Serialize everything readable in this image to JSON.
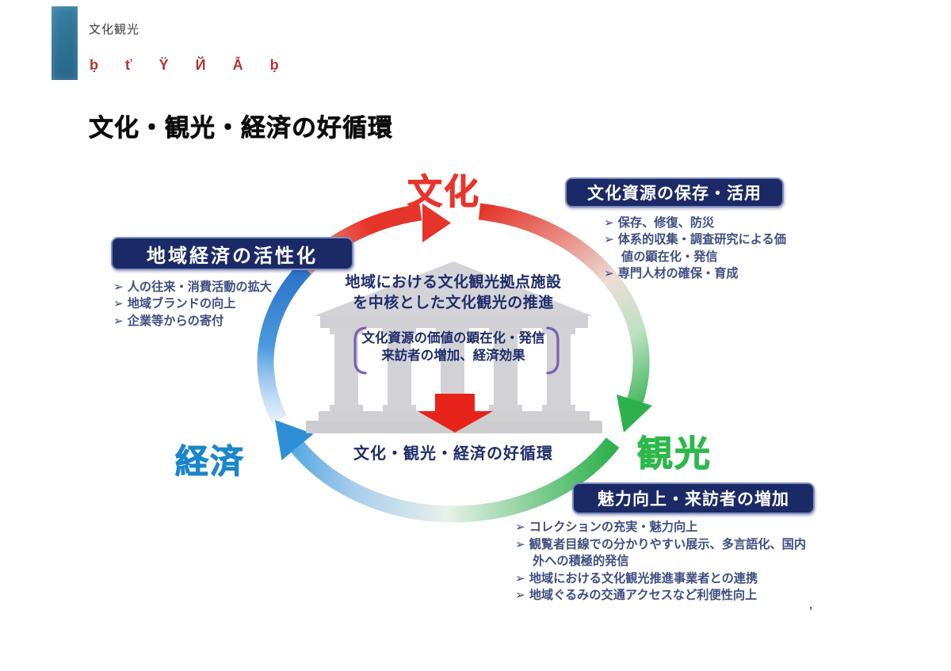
{
  "header": {
    "brand": "文化観光",
    "glyph_row": "ḅ ť Ÿ Й Ẫ  ḅ"
  },
  "page_title": "文化・観光・経済の好循環",
  "diagram": {
    "bullet_marker": "➢",
    "nodes": {
      "culture": "文化",
      "tourism": "観光",
      "economy": "経済"
    },
    "center": {
      "heading_line1": "地域における文化観光拠点施設",
      "heading_line2": "を中核とした文化観光の推進",
      "bracket_line1": "文化資源の価値の顕在化・発信",
      "bracket_line2": "来訪者の増加、経済効果",
      "caption": "文化・観光・経済の好循環"
    },
    "boxes": [
      {
        "title": "文化資源の保存・活用",
        "bullets": [
          "保存、修復、防災",
          "体系的収集・調査研究による価値の顕在化・発信",
          "専門人材の確保・育成"
        ]
      },
      {
        "title": "地域経済の活性化",
        "bullets": [
          "人の往来・消費活動の拡大",
          "地域ブランドの向上",
          "企業等からの寄付"
        ]
      },
      {
        "title": "魅力向上・来訪者の増加",
        "bullets": [
          "コレクションの充実・魅力向上",
          "観覧者目線での分かりやすい展示、多言語化、国内外への積極的発信",
          "地域における文化観光推進事業者との連携",
          "地域ぐるみの交通アクセスなど利便性向上"
        ]
      }
    ],
    "stray_mark": "‚"
  },
  "colors": {
    "culture_red": "#e8342b",
    "tourism_green": "#2db84a",
    "economy_blue": "#1b86cb",
    "navy_box": "#1b2a66",
    "bullet_text": "#3f4e80",
    "building_gray": "#d4d4d8",
    "bracket_purple": "#7a5fae",
    "logo_teal": "#2e7396"
  }
}
